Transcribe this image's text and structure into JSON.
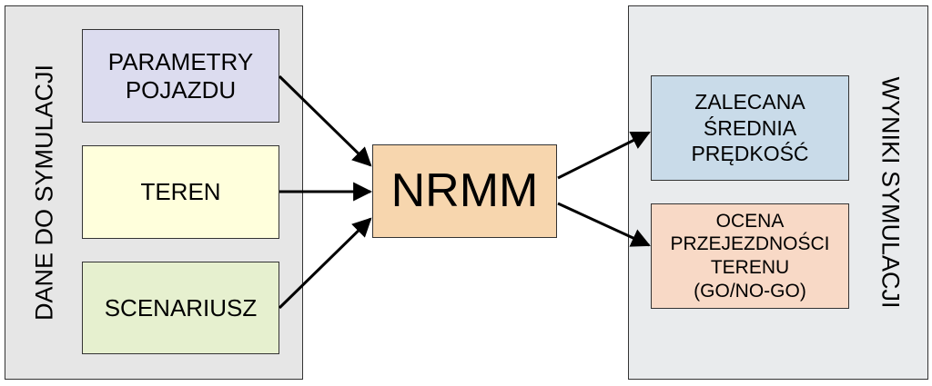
{
  "left_panel": {
    "label": "DANE DO SYMULACJI"
  },
  "right_panel": {
    "label": "WYNIKI SYMULACJI"
  },
  "inputs": {
    "vehicle_params": "PARAMETRY\nPOJAZDU",
    "terrain": "TEREN",
    "scenario": "SCENARIUSZ"
  },
  "model": {
    "label": "NRMM"
  },
  "outputs": {
    "speed": "ZALECANA\nŚREDNIA\nPRĘDKOŚĆ",
    "trafficability": "OCENA\nPRZEJEZDNOŚCI\nTERENU\n(GO/NO-GO)"
  },
  "colors": {
    "vehicle_params": "#dcdcef",
    "terrain": "#ffffdc",
    "scenario": "#e6f0cf",
    "model": "#f7d6ae",
    "speed": "#c9dbe9",
    "trafficability": "#f8d9c6",
    "panel": "#e6e6e6"
  }
}
